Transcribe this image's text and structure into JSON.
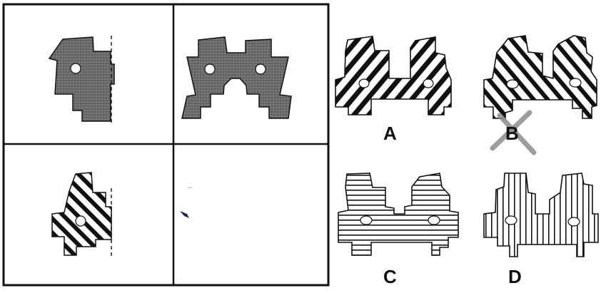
{
  "puzzle": {
    "options": [
      {
        "label": "A",
        "pattern": "diagonal-stripes"
      },
      {
        "label": "B",
        "pattern": "diagonal-stripes",
        "crossed_out": true
      },
      {
        "label": "C",
        "pattern": "horizontal-stripes"
      },
      {
        "label": "D",
        "pattern": "vertical-stripes"
      }
    ]
  },
  "colors": {
    "ink": "#111111",
    "shape_fill": "#6a6a6a",
    "cross_mark": "#8c8c8c",
    "background": "#ffffff"
  }
}
